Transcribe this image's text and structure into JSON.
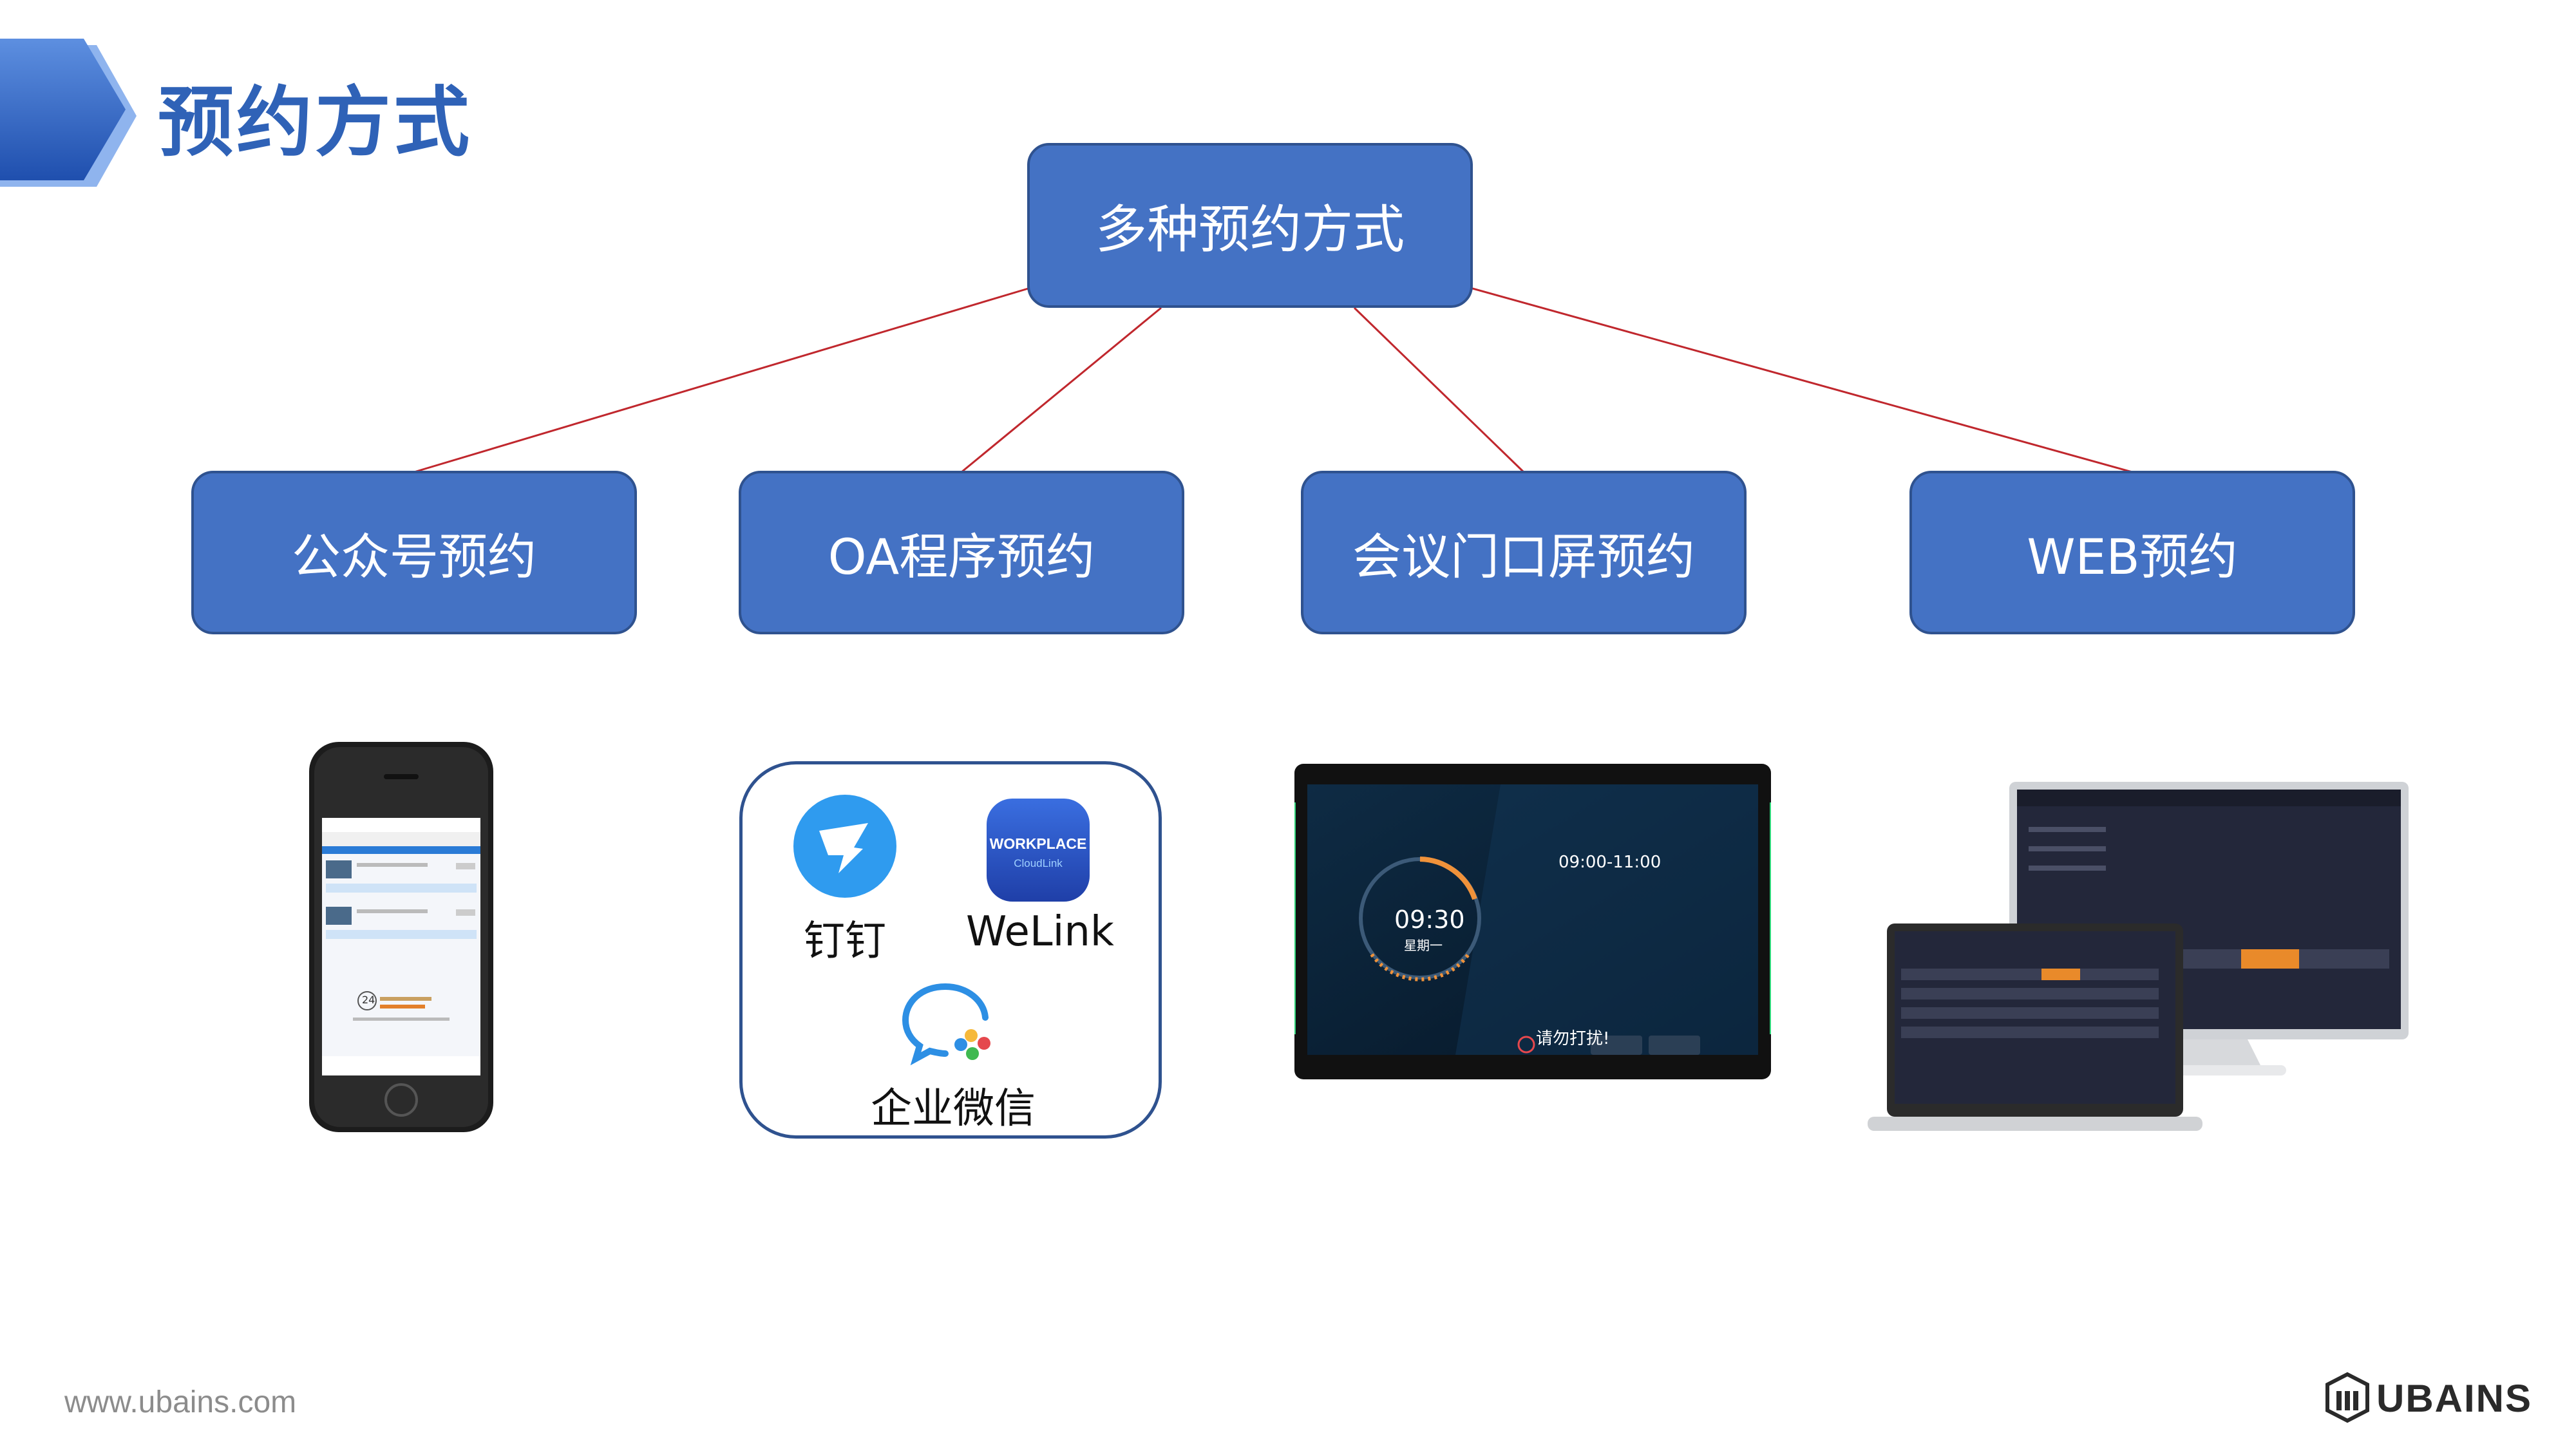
{
  "header": {
    "title": "预约方式"
  },
  "diagram": {
    "root": "多种预约方式",
    "children": [
      {
        "label": "公众号预约"
      },
      {
        "label": "OA程序预约"
      },
      {
        "label": "会议门口屏预约"
      },
      {
        "label": "WEB预约"
      }
    ]
  },
  "apps": {
    "dingtalk": "钉钉",
    "welink": "WeLink",
    "wecom": "企业微信"
  },
  "welink_icon": {
    "line1": "WORKPLACE",
    "line2": "CloudLink"
  },
  "door_screen": {
    "clock": "09:30",
    "weekday": "星期一",
    "time_range": "09:00-11:00",
    "status": "请勿打扰!"
  },
  "phone": {
    "hotline_num": "24"
  },
  "footer": {
    "url": "www.ubains.com",
    "logo": "UBAINS"
  },
  "colors": {
    "box_fill": "#4472c4",
    "box_border": "#2f528f",
    "connector": "#c0272d",
    "title": "#2f62b7"
  }
}
